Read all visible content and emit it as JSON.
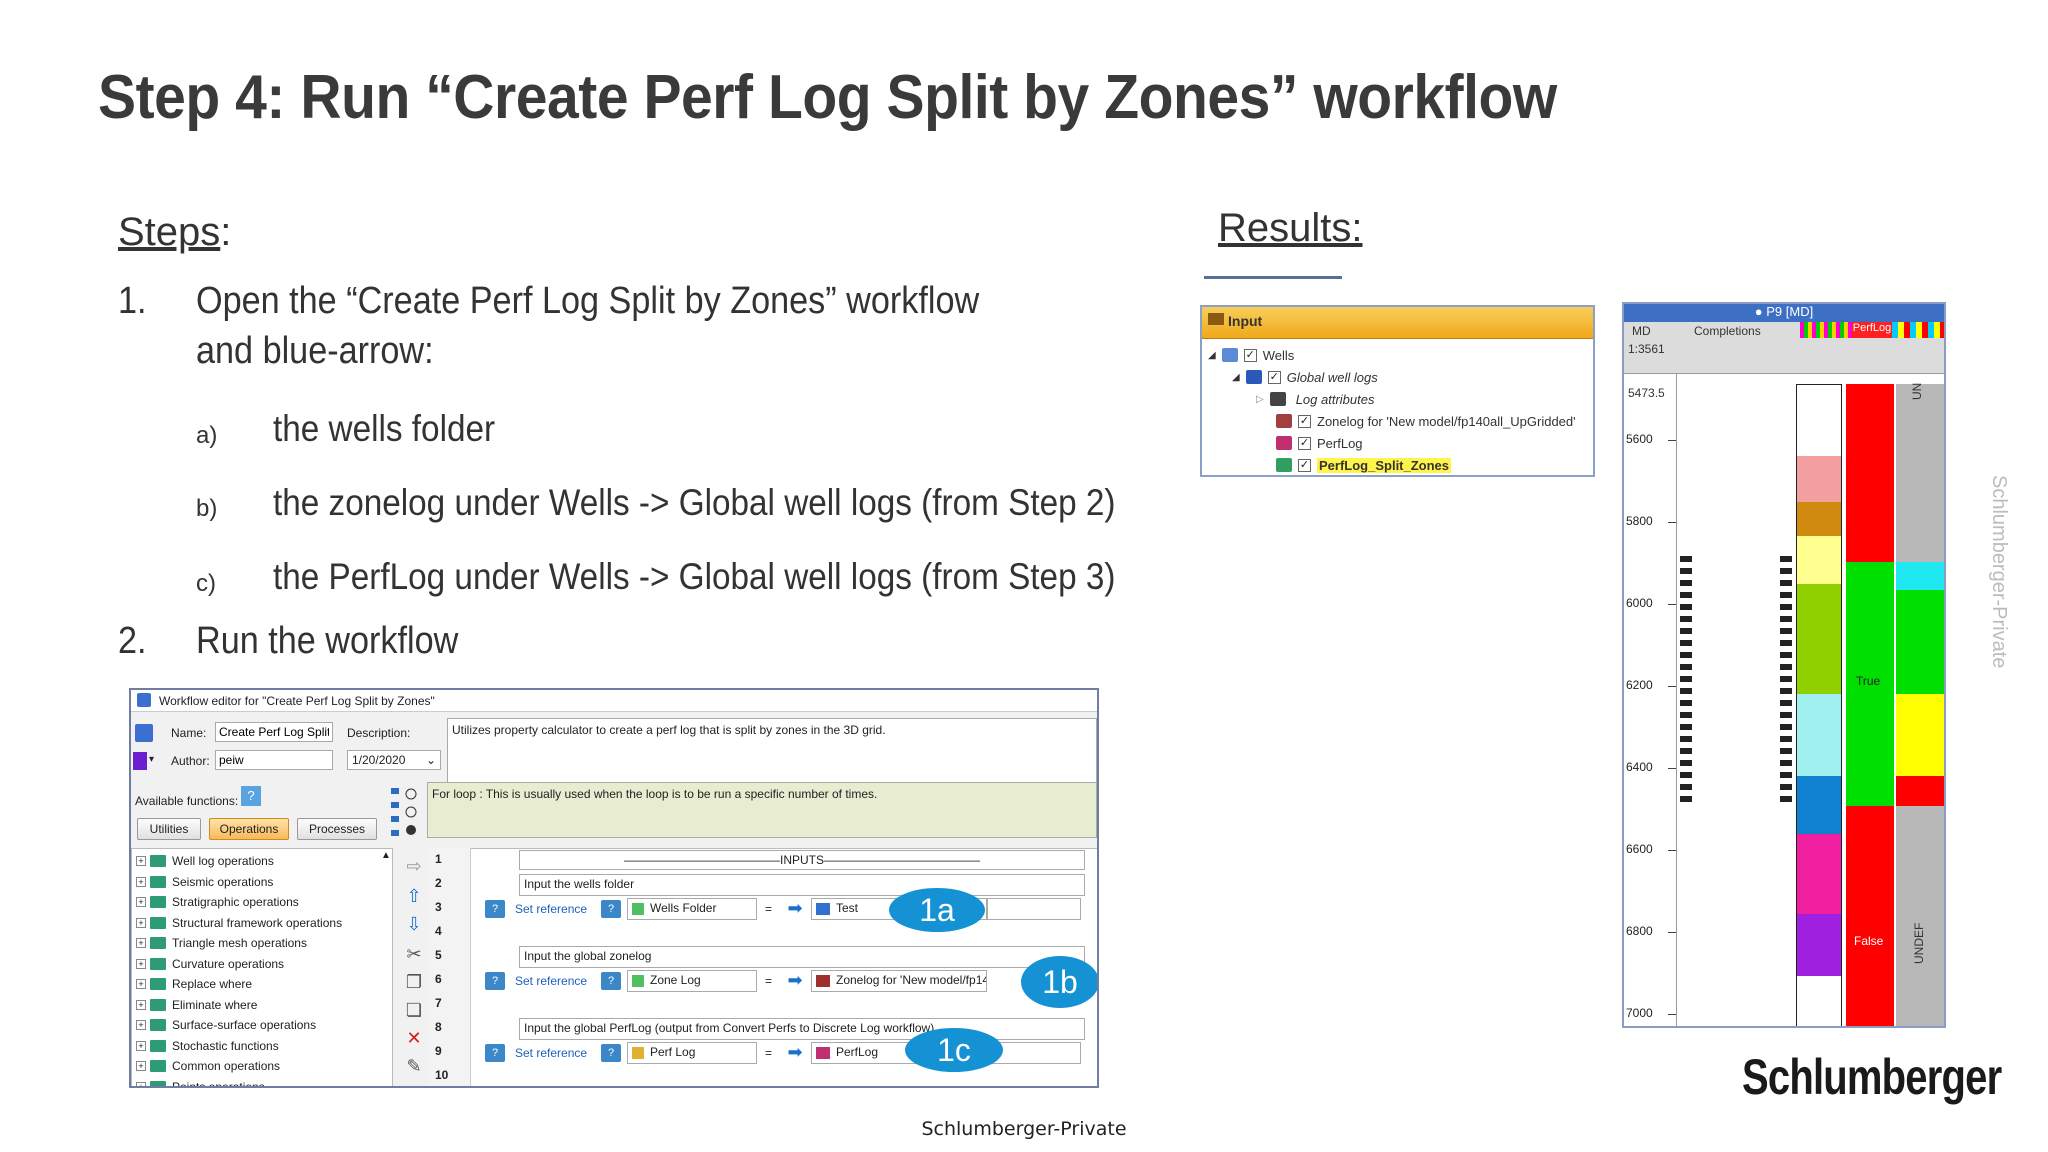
{
  "slide": {
    "title": "Step 4: Run “Create Perf Log Split by Zones” workflow",
    "steps_header": "Steps",
    "steps_colon": ":",
    "results_header": "Results:",
    "step1_num": "1.",
    "step1_line1": "Open the “Create Perf Log Split by Zones” workflow",
    "step1_line2": "and blue-arrow:",
    "sub_a_letter": "a)",
    "sub_a_text": "the wells folder",
    "sub_b_letter": "b)",
    "sub_b_text": "the zonelog under Wells -> Global well logs (from Step 2)",
    "sub_c_letter": "c)",
    "sub_c_text": "the PerfLog under Wells -> Global well logs (from Step 3)",
    "step2_num": "2.",
    "step2_text": "Run the workflow",
    "footer": "Schlumberger-Private",
    "side_text": "Schlumberger-Private",
    "logo": "Schlumberger"
  },
  "workflow_editor": {
    "window_title": "Workflow editor for \"Create Perf Log Split by Zones\"",
    "name_label": "Name:",
    "name_value": "Create Perf Log Split",
    "description_label": "Description:",
    "description_value": "Utilizes property calculator to create a perf log that is split by zones in the 3D grid.",
    "author_label": "Author:",
    "author_value": "peiw",
    "date_value": "1/20/2020",
    "available_functions_label": "Available functions:",
    "tabs": [
      "Utilities",
      "Operations",
      "Processes"
    ],
    "active_tab": "Operations",
    "loop_description": "For loop : This is usually used when the loop is to be run a specific number of times.",
    "function_list": [
      "Well log operations",
      "Seismic operations",
      "Stratigraphic operations",
      "Structural framework operations",
      "Triangle mesh operations",
      "Curvature operations",
      "Replace where",
      "Eliminate where",
      "Surface-surface operations",
      "Stochastic functions",
      "Common operations",
      "Points operations"
    ],
    "line_numbers": [
      "1",
      "2",
      "3",
      "4",
      "5",
      "6",
      "7",
      "8",
      "9",
      "10"
    ],
    "inputs_header": "INPUTS",
    "comment_wells": "Input the wells folder",
    "comment_zonelog": "Input the global zonelog",
    "comment_perflog": "Input the global PerfLog (output from Convert Perfs to Discrete Log workflow)",
    "set_reference_label": "Set reference",
    "var_wells": "Wells Folder",
    "var_zone": "Zone Log",
    "var_perf": "Perf Log",
    "equals": "=",
    "ref_wells": "Test",
    "ref_zone": "Zonelog for 'New model/fp14",
    "ref_perf": "PerfLog",
    "callout_1a": "1a",
    "callout_1b": "1b",
    "callout_1c": "1c"
  },
  "input_tree": {
    "title": "Input",
    "items": [
      "Wells",
      "Global well logs",
      "Log attributes",
      "Zonelog for 'New model/fp140all_UpGridded'",
      "PerfLog",
      "PerfLog_Split_Zones"
    ]
  },
  "well_panel": {
    "title": "P9 [MD]",
    "md_label": "MD",
    "scale": "1:3561",
    "completions_label": "Completions",
    "perflog_label": "PerfLog",
    "top_depth": "5473.5",
    "depth_ticks": [
      "5600",
      "5800",
      "6000",
      "6200",
      "6400",
      "6600",
      "6800",
      "7000"
    ],
    "label_true": "True",
    "label_false": "False",
    "label_undef": "UNDEF",
    "label_un": "UN"
  },
  "colors": {
    "callout": "#1592d4",
    "perf_true": "#00e000",
    "perf_false": "#ff0000",
    "tree_header": "#f5b82e"
  }
}
